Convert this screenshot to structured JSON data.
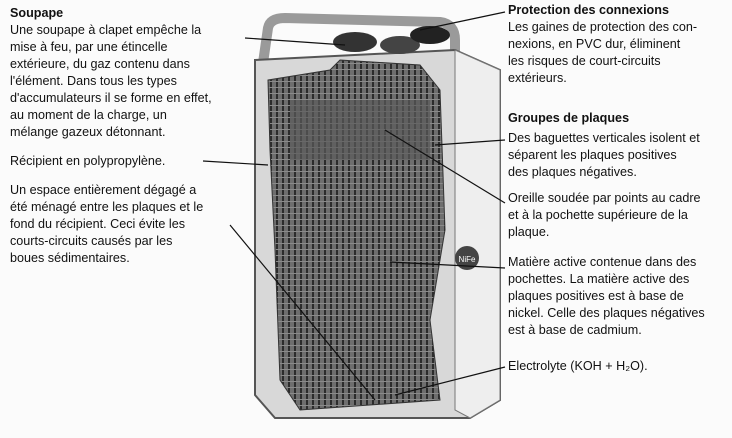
{
  "left": {
    "soupape_title": "Soupape",
    "soupape_text": "Une soupape à clapet empêche la\nmise à feu, par une étincelle\nextérieure, du gaz contenu dans\nl'élément. Dans tous les types\nd'accumulateurs il se forme en effet,\nau moment de la charge, un\nmélange gazeux détonnant.",
    "recipient": "Récipient en polypropylène.",
    "espace": "Un espace entièrement dégagé a\nété ménagé entre les plaques et le\nfond du récipient. Ceci évite les\ncourts-circuits causés par les\nboues sédimentaires."
  },
  "right": {
    "protection_title": "Protection des connexions",
    "protection_text": "Les gaines de protection des con-\nnexions, en PVC dur, éliminent\nles risques de court-circuits\nextérieurs.",
    "groupes_title": "Groupes de plaques",
    "groupes_text": "Des baguettes verticales isolent et\nséparent les plaques positives\ndes plaques négatives.",
    "oreille": "Oreille soudée par points au cadre\net à la pochette supérieure de la\nplaque.",
    "matiere": "Matière active contenue dans des\npochettes. La matière active des\nplaques positives est à base de\nnickel. Celle des plaques négatives\nest à base de cadmium.",
    "electrolyte": "Electrolyte (KOH + H₂O)."
  },
  "logo_text": "NIFE"
}
